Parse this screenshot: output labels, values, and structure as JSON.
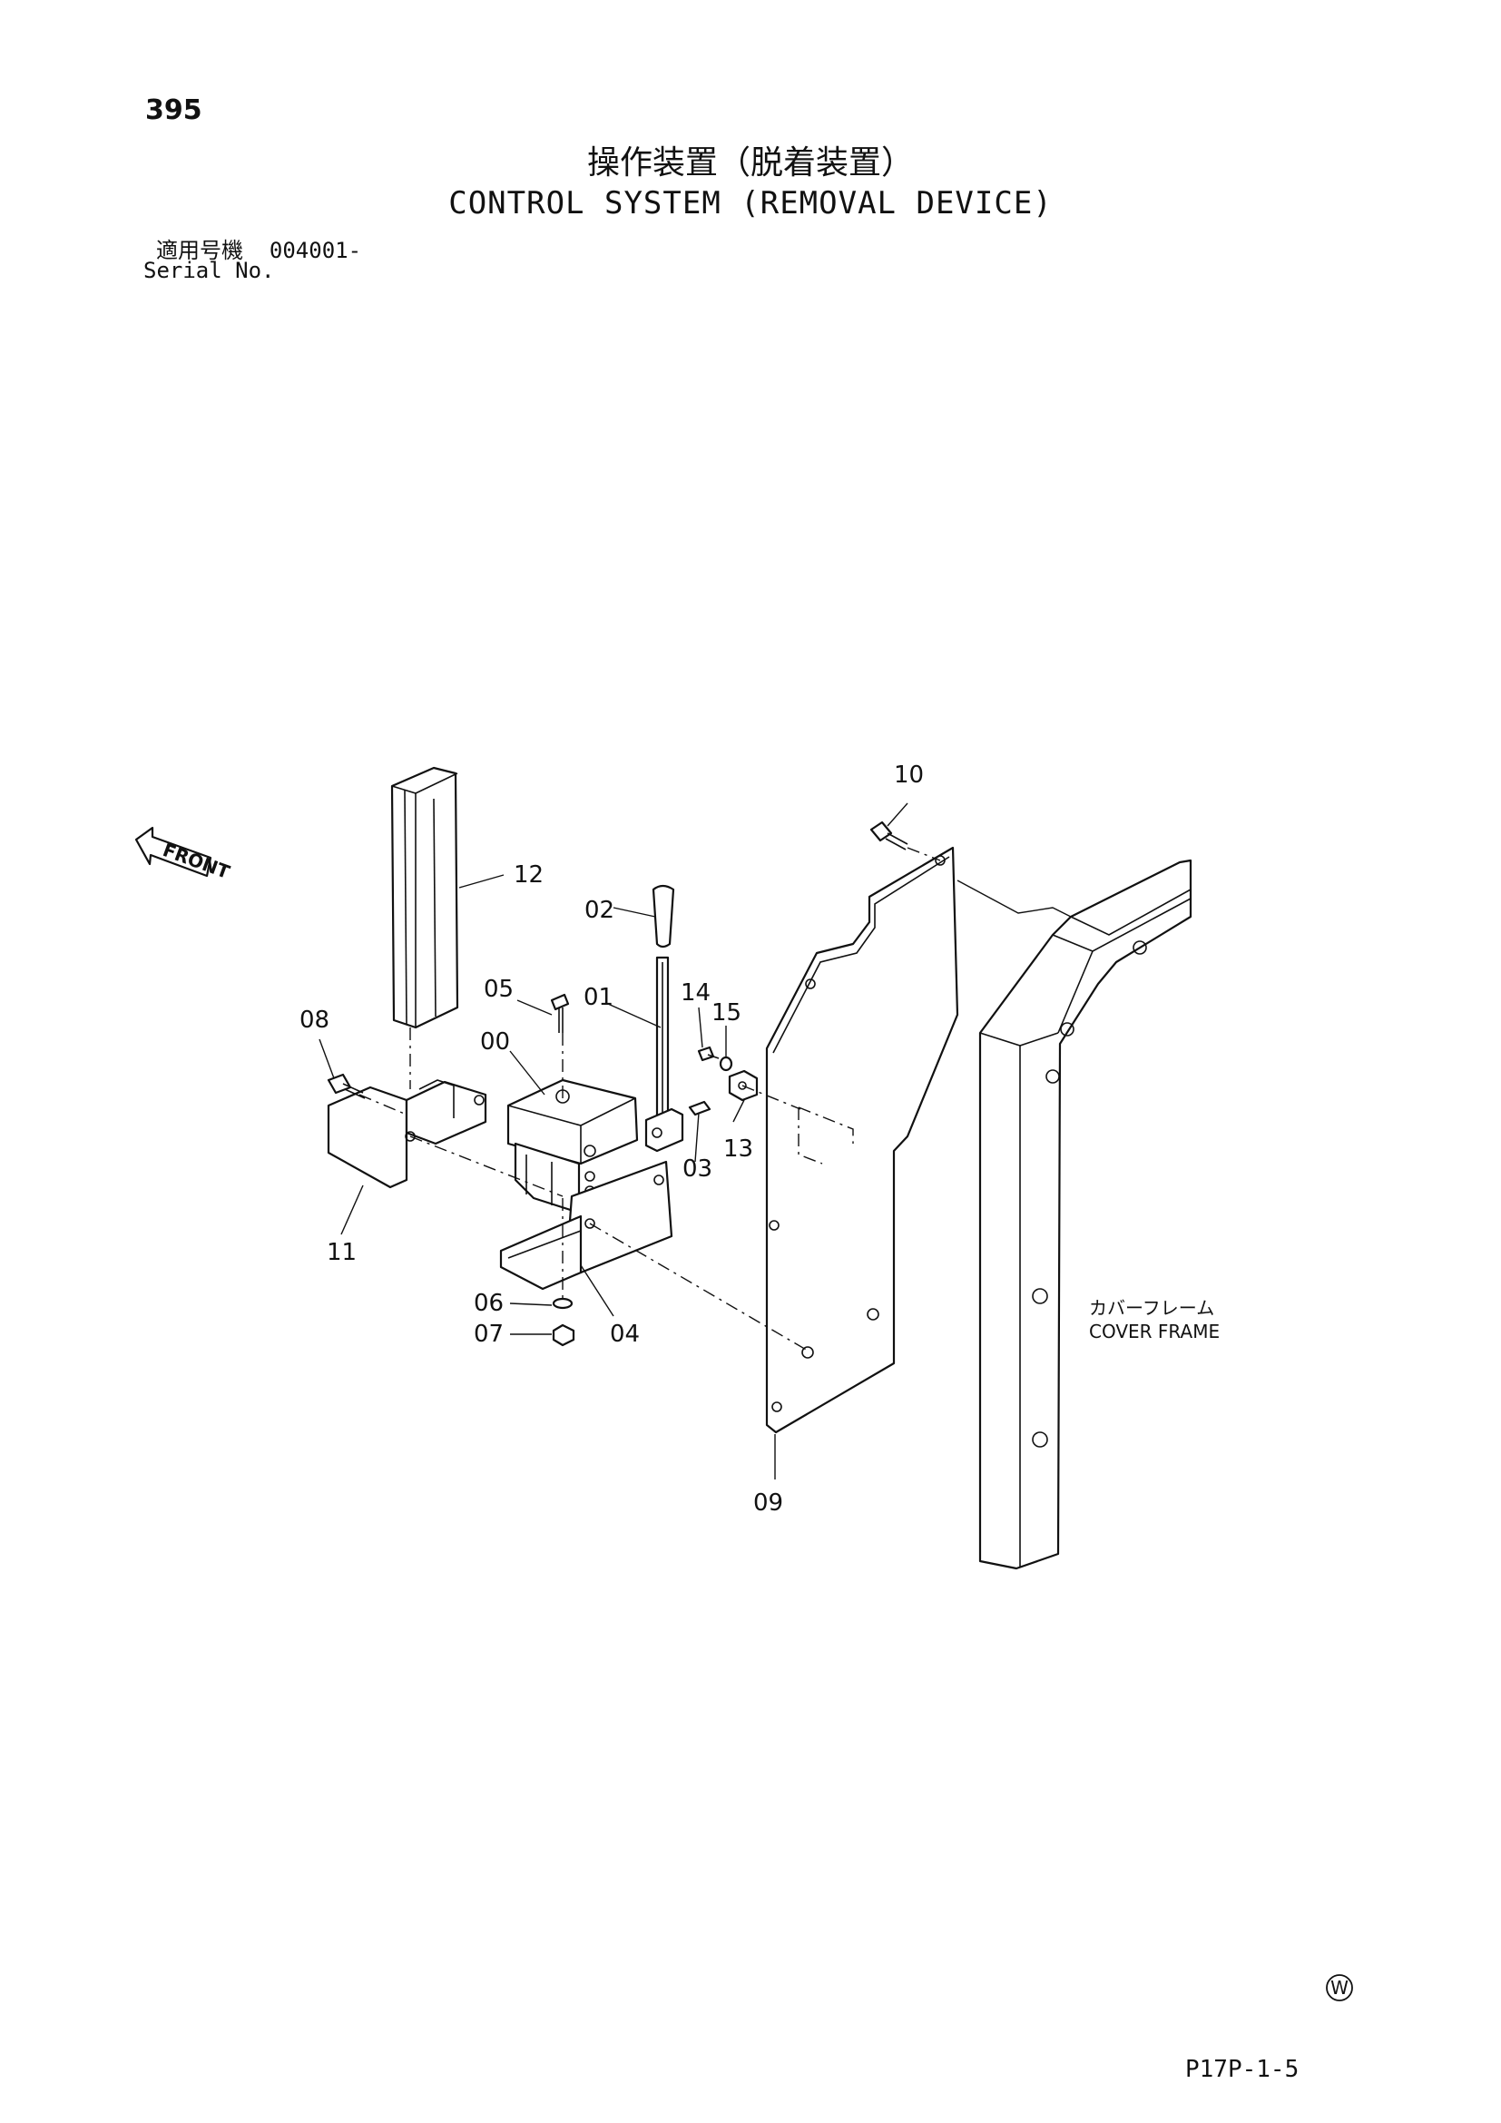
{
  "header": {
    "page_number": "395",
    "title_jp": "操作装置（脱着装置）",
    "title_en": "CONTROL SYSTEM (REMOVAL DEVICE)",
    "serial_label_jp": "適用号機",
    "serial_value": "004001-",
    "serial_label_en": "Serial No."
  },
  "diagram": {
    "front_label": "FRONT",
    "callouts": [
      "00",
      "01",
      "02",
      "03",
      "04",
      "05",
      "06",
      "07",
      "08",
      "09",
      "10",
      "11",
      "12",
      "13",
      "14",
      "15"
    ],
    "cover_frame_jp": "カバーフレーム",
    "cover_frame_en": "COVER FRAME"
  },
  "footer": {
    "mark": "W",
    "code": "P17P-1-5"
  }
}
